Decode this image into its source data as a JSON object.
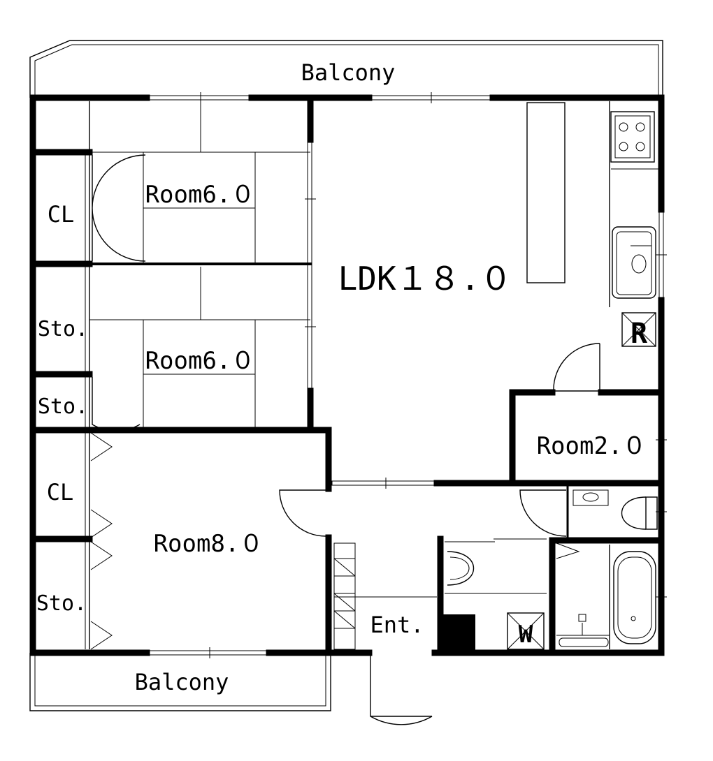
{
  "plan": {
    "rooms": [
      {
        "label": "Balcony",
        "name": "balcony-top-label"
      },
      {
        "label": "Room6.０",
        "name": "room-6-upper-label"
      },
      {
        "label": "Room6.０",
        "name": "room-6-lower-label"
      },
      {
        "label": "LDK１８.０",
        "name": "ldk-label"
      },
      {
        "label": "Room2.０",
        "name": "room-2-label"
      },
      {
        "label": "Room8.０",
        "name": "room-8-label"
      },
      {
        "label": "CL",
        "name": "closet-upper-label"
      },
      {
        "label": "Sto.",
        "name": "storage-upper-label"
      },
      {
        "label": "Sto.",
        "name": "storage-middle-label"
      },
      {
        "label": "CL",
        "name": "closet-lower-label"
      },
      {
        "label": "Sto.",
        "name": "storage-lower-label"
      },
      {
        "label": "Ent.",
        "name": "entrance-label"
      },
      {
        "label": "Balcony",
        "name": "balcony-bottom-label"
      }
    ],
    "symbols": {
      "refrigerator": "R",
      "washer": "W"
    }
  }
}
